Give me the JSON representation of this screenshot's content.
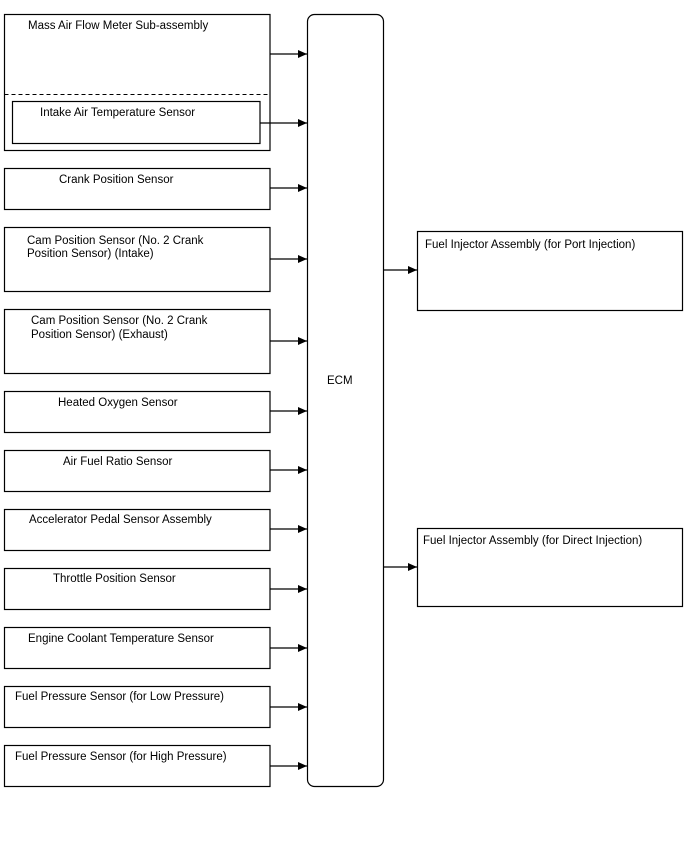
{
  "ecm": {
    "label": "ECM"
  },
  "inputs": [
    {
      "lines": [
        "Mass Air Flow Meter Sub-assembly"
      ]
    },
    {
      "lines": [
        "Intake Air Temperature Sensor"
      ]
    },
    {
      "lines": [
        "Crank Position Sensor"
      ]
    },
    {
      "lines": [
        "Cam Position Sensor (No. 2 Crank",
        "Position Sensor) (Intake)"
      ]
    },
    {
      "lines": [
        "Cam Position Sensor (No. 2 Crank",
        "Position Sensor) (Exhaust)"
      ]
    },
    {
      "lines": [
        "Heated Oxygen Sensor"
      ]
    },
    {
      "lines": [
        "Air Fuel Ratio Sensor"
      ]
    },
    {
      "lines": [
        "Accelerator Pedal Sensor Assembly"
      ]
    },
    {
      "lines": [
        "Throttle Position Sensor"
      ]
    },
    {
      "lines": [
        "Engine Coolant Temperature Sensor"
      ]
    },
    {
      "lines": [
        "Fuel Pressure Sensor (for Low Pressure)"
      ]
    },
    {
      "lines": [
        "Fuel Pressure Sensor (for High Pressure)"
      ]
    }
  ],
  "outputs": [
    {
      "lines": [
        "Fuel Injector Assembly (for Port Injection)"
      ]
    },
    {
      "lines": [
        "Fuel Injector Assembly (for Direct Injection)"
      ]
    }
  ],
  "colors": {
    "stroke": "#000000",
    "background": "#ffffff"
  }
}
